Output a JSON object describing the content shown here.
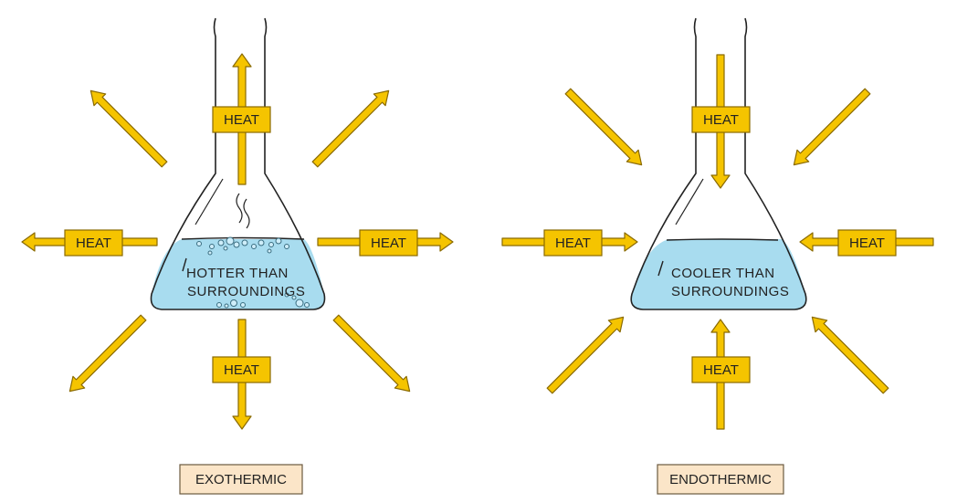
{
  "colors": {
    "arrow_fill": "#f5c400",
    "arrow_stroke": "#8a6a00",
    "liquid": "#a8dcef",
    "caption_fill": "#fbe5c8",
    "ink": "#222222"
  },
  "exothermic": {
    "heat_labels": [
      "HEAT",
      "HEAT",
      "HEAT",
      "HEAT"
    ],
    "flask_text": [
      "HOTTER THAN",
      "SURROUNDINGS"
    ],
    "caption": "EXOTHERMIC"
  },
  "endothermic": {
    "heat_labels": [
      "HEAT",
      "HEAT",
      "HEAT",
      "HEAT"
    ],
    "flask_text": [
      "COOLER THAN",
      "SURROUNDINGS"
    ],
    "caption": "ENDOTHERMIC"
  }
}
